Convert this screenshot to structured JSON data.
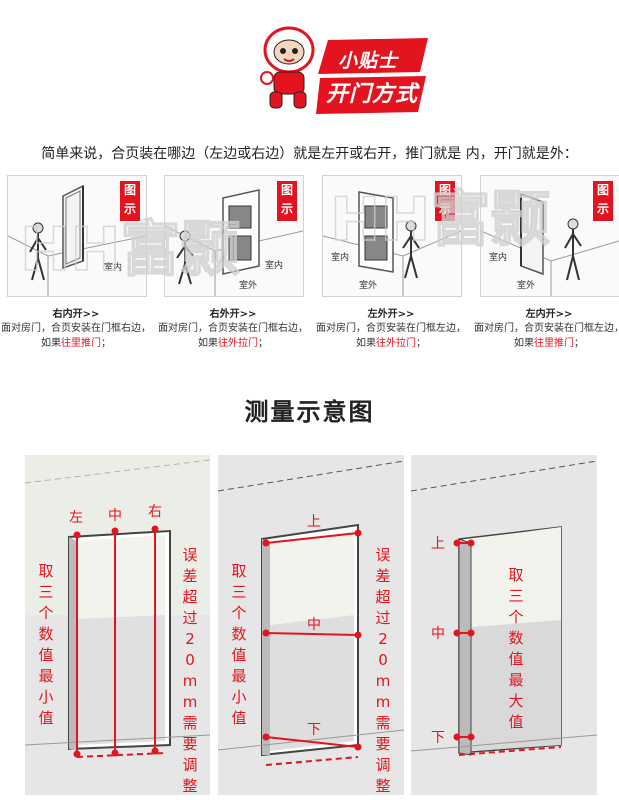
{
  "header": {
    "badge_line1": "小贴士",
    "badge_line2": "开门方式",
    "intro": "简单来说，合页装在哪边（左边或右边）就是左开或右开，推门就是 内，开门就是外："
  },
  "tag_text": "图示",
  "room_labels": {
    "inside": "室内",
    "outside": "室外"
  },
  "watermark": "HH富颢",
  "door_types": [
    {
      "title": "右内开>>",
      "desc_pre": "面对房门，合页安装在门框右边，如果",
      "desc_red": "往里推门",
      "desc_post": "；"
    },
    {
      "title": "右外开>>",
      "desc_pre": "面对房门，合页安装在门框右边，如果",
      "desc_red": "往外拉门",
      "desc_post": "；"
    },
    {
      "title": "左外开>>",
      "desc_pre": "面对房门，合页安装在门框左边，如果",
      "desc_red": "往外拉门",
      "desc_post": "；"
    },
    {
      "title": "左内开>>",
      "desc_pre": "面对房门，合页安装在门框左边，如果",
      "desc_red": "往里推门",
      "desc_post": "；"
    }
  ],
  "section_title": "测量示意图",
  "width_diagram": {
    "labels": [
      "左",
      "中",
      "右"
    ],
    "left_note": "取三个数值最小值",
    "right_note": "误差超过20mm需要调整"
  },
  "height_diagram": {
    "labels": [
      "上",
      "中",
      "下"
    ],
    "left_note": "取三个数值最小值",
    "right_note": "误差超过20mm需要调整"
  },
  "depth_diagram": {
    "labels": [
      "上",
      "中",
      "下"
    ],
    "right_note": "取三个数值最大值"
  },
  "colors": {
    "accent": "#e3141f"
  }
}
